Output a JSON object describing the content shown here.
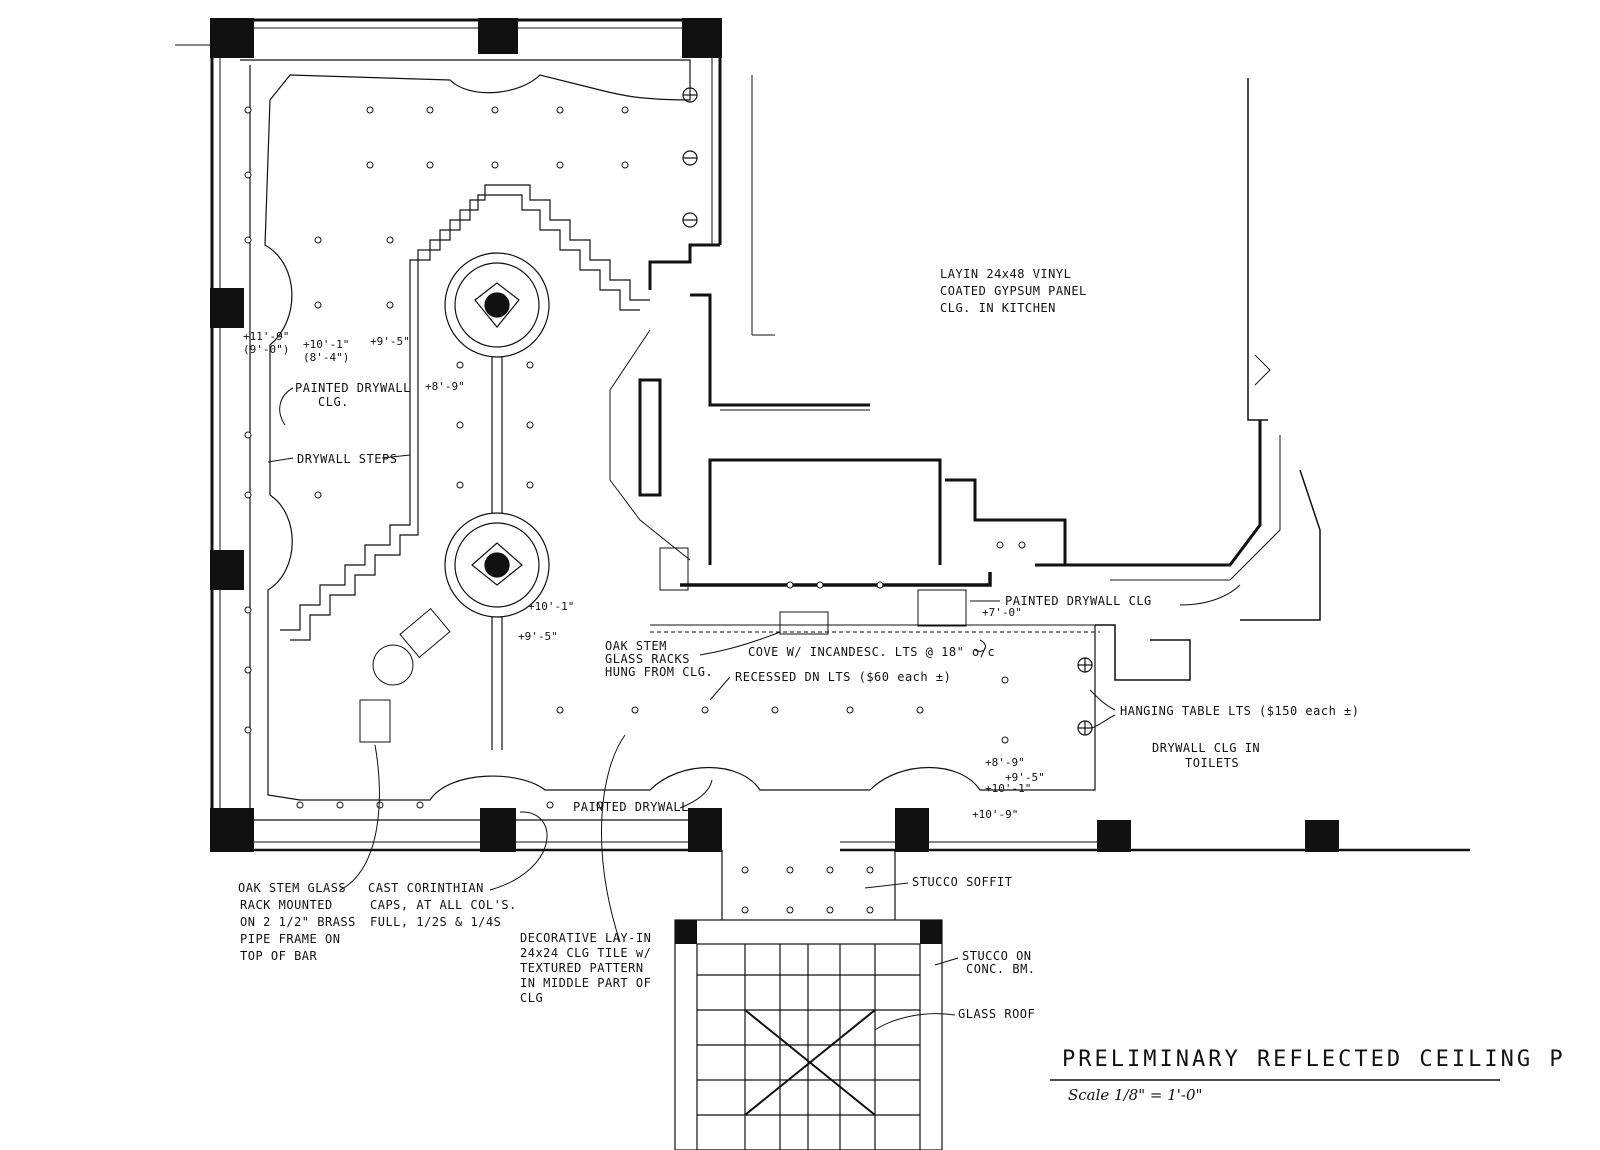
{
  "title": "PRELIMINARY REFLECTED CEILING P",
  "scale": "Scale 1/8\" = 1'-0\"",
  "notes": {
    "kitchen": [
      "LAYIN 24x48 VINYL",
      "COATED GYPSUM PANEL",
      "CLG. IN KITCHEN"
    ],
    "painted_drywall_clg": [
      "PAINTED DRYWALL",
      "CLG."
    ],
    "drywall_steps": "DRYWALL STEPS",
    "painted_drywall_clg_right": "PAINTED DRYWALL CLG",
    "oak_stem_racks": [
      "OAK STEM",
      "GLASS RACKS",
      "HUNG FROM CLG."
    ],
    "cove": "COVE W/ INCANDESC. LTS @ 18\" o/c",
    "recessed": "RECESSED DN LTS ($60 each ±)",
    "hanging_table": "HANGING TABLE LTS ($150 each ±)",
    "drywall_toilets": [
      "DRYWALL CLG IN",
      "TOILETS"
    ],
    "painted_drywall_bottom": "PAINTED DRYWALL",
    "stucco_soffit": "STUCCO SOFFIT",
    "stucco_on_conc": [
      "STUCCO ON",
      "CONC. BM."
    ],
    "glass_roof": "GLASS ROOF",
    "oak_stem_bar": [
      "OAK STEM GLASS",
      "RACK MOUNTED",
      "ON 2 1/2\" BRASS",
      "PIPE FRAME ON",
      "TOP OF BAR"
    ],
    "corinthian": [
      "CAST CORINTHIAN",
      "CAPS, AT ALL COL'S.",
      "FULL, 1/2S & 1/4S"
    ],
    "decorative": [
      "DECORATIVE LAY-IN",
      "24x24 CLG TILE w/",
      "TEXTURED PATTERN",
      "IN MIDDLE PART OF",
      "CLG"
    ]
  },
  "dims": {
    "d1": "+11'-9\"",
    "d1b": "(9'-0\")",
    "d2": "+10'-1\"",
    "d2b": "(8'-4\")",
    "d3": "+9'-5\"",
    "d4": "+8'-9\"",
    "d5": "+10'-1\"",
    "d6": "+9'-5\"",
    "d7": "+7'-0\"",
    "d8": "+8'-9\"",
    "d9": "+9'-5\"",
    "d10": "+10'-1\"",
    "d11": "+10'-9\""
  }
}
